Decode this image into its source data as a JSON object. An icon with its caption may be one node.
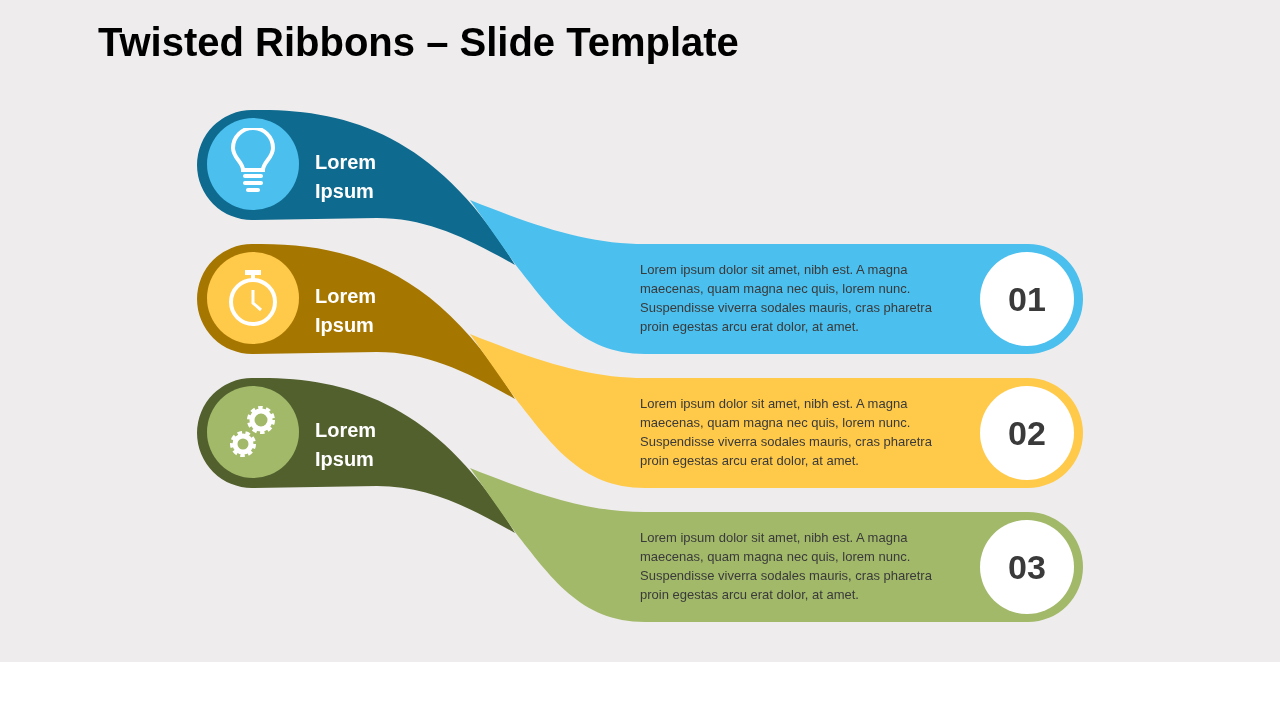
{
  "diagram": {
    "title": "Twisted Ribbons – Slide Template",
    "nodes": [
      {
        "text": [
          "Lorem Ipsum"
        ]
      },
      {
        "text": [
          "Lorem ipsum dolor sit amet, nibh est. A magna maecenas, quam magna nec quis, lorem nunc. Suspendisse viverra sodales mauris, cras pharetra proin egestas arcu erat dolor, at amet."
        ]
      },
      {
        "text": [
          "01"
        ],
        "in": 1
      },
      {
        "text": [
          "Lorem Ipsum"
        ]
      },
      {
        "text": [
          "Lorem ipsum dolor sit amet, nibh est. A magna maecenas, quam magna nec quis, lorem nunc. Suspendisse viverra sodales mauris, cras pharetra proin egestas arcu erat dolor, at amet."
        ]
      },
      {
        "text": [
          "02"
        ],
        "in": 4
      },
      {
        "text": [
          "Lorem Ipsum"
        ]
      },
      {
        "text": [
          "Lorem ipsum dolor sit amet, nibh est. A magna maecenas, quam magna nec quis, lorem nunc. Suspendisse viverra sodales mauris, cras pharetra proin egestas arcu erat dolor, at amet."
        ]
      },
      {
        "text": [
          "03"
        ],
        "in": 7
      }
    ]
  }
}
